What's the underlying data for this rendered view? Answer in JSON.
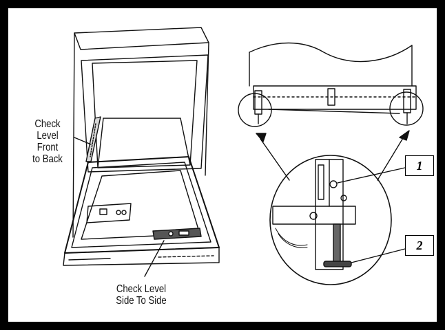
{
  "labels": {
    "front_back": [
      "Check",
      "Level",
      "Front",
      "to Back"
    ],
    "side_side": [
      "Check Level",
      "Side To Side"
    ]
  },
  "callouts": [
    "1",
    "2"
  ]
}
